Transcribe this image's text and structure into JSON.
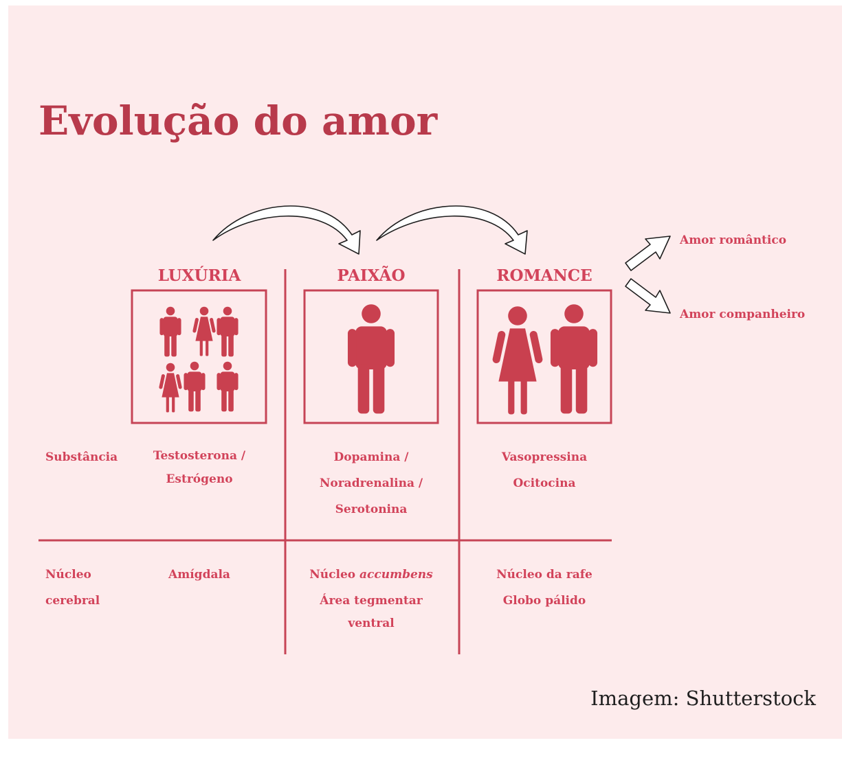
{
  "title": "Evolução do amor",
  "columns": [
    {
      "heading": "LUXÚRIA",
      "substance": [
        "Testosterona /",
        "Estrógeno"
      ],
      "brain": [
        "Amígdala"
      ]
    },
    {
      "heading": "PAIXÃO",
      "substance": [
        "Dopamina /",
        "Noradrenalina /",
        "Serotonina"
      ],
      "brain_prefix": "Núcleo ",
      "brain_italic": "accumbens",
      "brain_rest": [
        "Área tegmentar",
        "ventral"
      ]
    },
    {
      "heading": "ROMANCE",
      "substance": [
        "Vasopressina",
        "Ocitocina"
      ],
      "brain": [
        "Núcleo da rafe",
        "Globo pálido"
      ]
    }
  ],
  "row_labels": {
    "substance": "Substância",
    "brain": [
      "Núcleo",
      "cerebral"
    ]
  },
  "outcomes": [
    "Amor romântico",
    "Amor companheiro"
  ],
  "credit": "Imagem: Shutterstock",
  "colors": {
    "accent": "#d2435a",
    "title": "#b83a4b",
    "background": "#fdebec",
    "figure": "#c9404f",
    "line": "#c64456"
  },
  "icons": [
    "person-icon",
    "couple-icon",
    "curved-arrow-icon",
    "outcome-arrow-icon"
  ]
}
